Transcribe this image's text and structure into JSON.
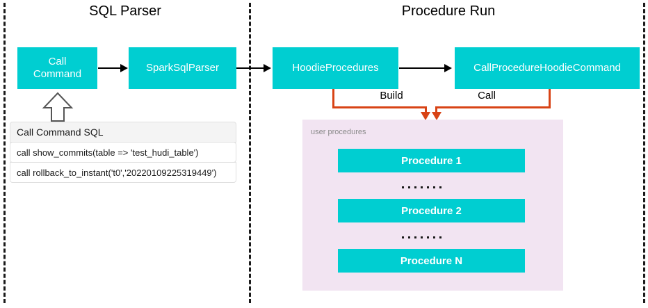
{
  "sections": [
    {
      "title": "SQL Parser"
    },
    {
      "title": "Procedure Run"
    }
  ],
  "parser_flow": {
    "call_command": "Call\nCommand",
    "call_command_line1": "Call",
    "call_command_line2": "Command",
    "spark_sql_parser": "SparkSqlParser"
  },
  "procedure_flow": {
    "hoodie_procedures": "HoodieProcedures",
    "call_procedure_hoodie_command": "CallProcedureHoodieCommand",
    "build_label": "Build",
    "call_label": "Call"
  },
  "sql_table": {
    "header": "Call Command SQL",
    "rows": [
      "call show_commits(table => 'test_hudi_table')",
      "call rollback_to_instant('t0','20220109225319449')"
    ]
  },
  "user_procedures": {
    "label": "user procedures",
    "items": [
      "Procedure 1",
      "Procedure 2",
      "Procedure N"
    ],
    "ellipsis_dot_count": 7
  },
  "colors": {
    "teal_box": "#00CED1",
    "panel_lavender": "#F2E4F2",
    "connector_orange": "#D84315",
    "arrow_black": "#000000",
    "divider_dashed": "#1a1a1a",
    "table_header_gray": "#f4f4f4",
    "panel_label_gray": "#8a8a8a"
  }
}
